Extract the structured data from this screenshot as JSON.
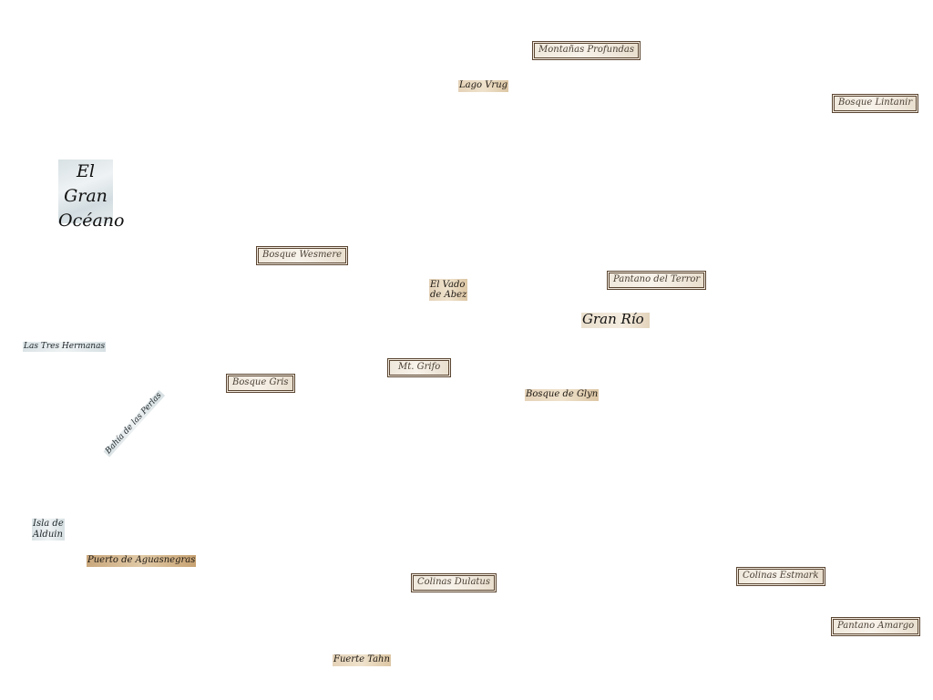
{
  "map": {
    "ocean": {
      "line1": "El",
      "line2": "Gran",
      "line3": "Océano"
    },
    "great_river": "Gran Río",
    "framed_labels": {
      "montanas_profundas": "Montañas Profundas",
      "bosque_lintanir": "Bosque Lintanir",
      "bosque_wesmere": "Bosque Wesmere",
      "pantano_del_terror": "Pantano del Terror",
      "mt_grifo": "Mt. Grifo",
      "bosque_gris": "Bosque Gris",
      "colinas_dulatus": "Colinas Dulatus",
      "colinas_estmark": "Colinas Estmark",
      "pantano_amargo": "Pantano Amargo"
    },
    "tag_labels": {
      "lago_vrug": "Lago Vrug",
      "el_vado_de_abez_line1": "El Vado",
      "el_vado_de_abez_line2": "de Abez",
      "las_tres_hermanas": "Las Tres Hermanas",
      "bosque_de_glyn": "Bosque de Glyn",
      "bahia_de_las_perlas": "Bahía de las Perlas",
      "isla_de_alduin_line1": "Isla de",
      "isla_de_alduin_line2": "Alduin",
      "puerto_de_aguasnegras": "Puerto de Aguasnegras",
      "fuerte_tahn": "Fuerte Tahn"
    }
  }
}
